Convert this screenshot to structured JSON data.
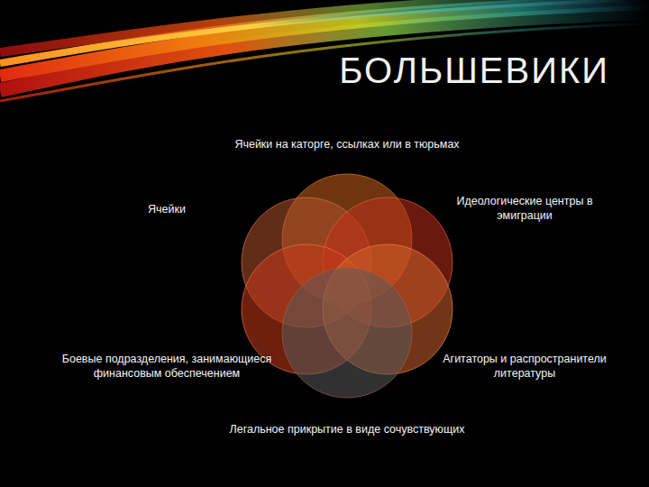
{
  "diagram": {
    "title": "БОЛЬШЕВИКИ",
    "nodes": [
      {
        "text": [
          "Ячейки на каторге, ссылках или в тюрьмах"
        ]
      },
      {
        "text": [
          "Ячейки"
        ]
      },
      {
        "text": [
          "Идеологические центры в эмиграции"
        ]
      },
      {
        "text": [
          "Боевые подразделения, занимающиеся финансовым обеспечением"
        ]
      },
      {
        "text": [
          "Агитаторы и распространители литературы"
        ]
      },
      {
        "text": [
          "Легальное прикрытие в виде сочувствующих"
        ]
      }
    ]
  }
}
